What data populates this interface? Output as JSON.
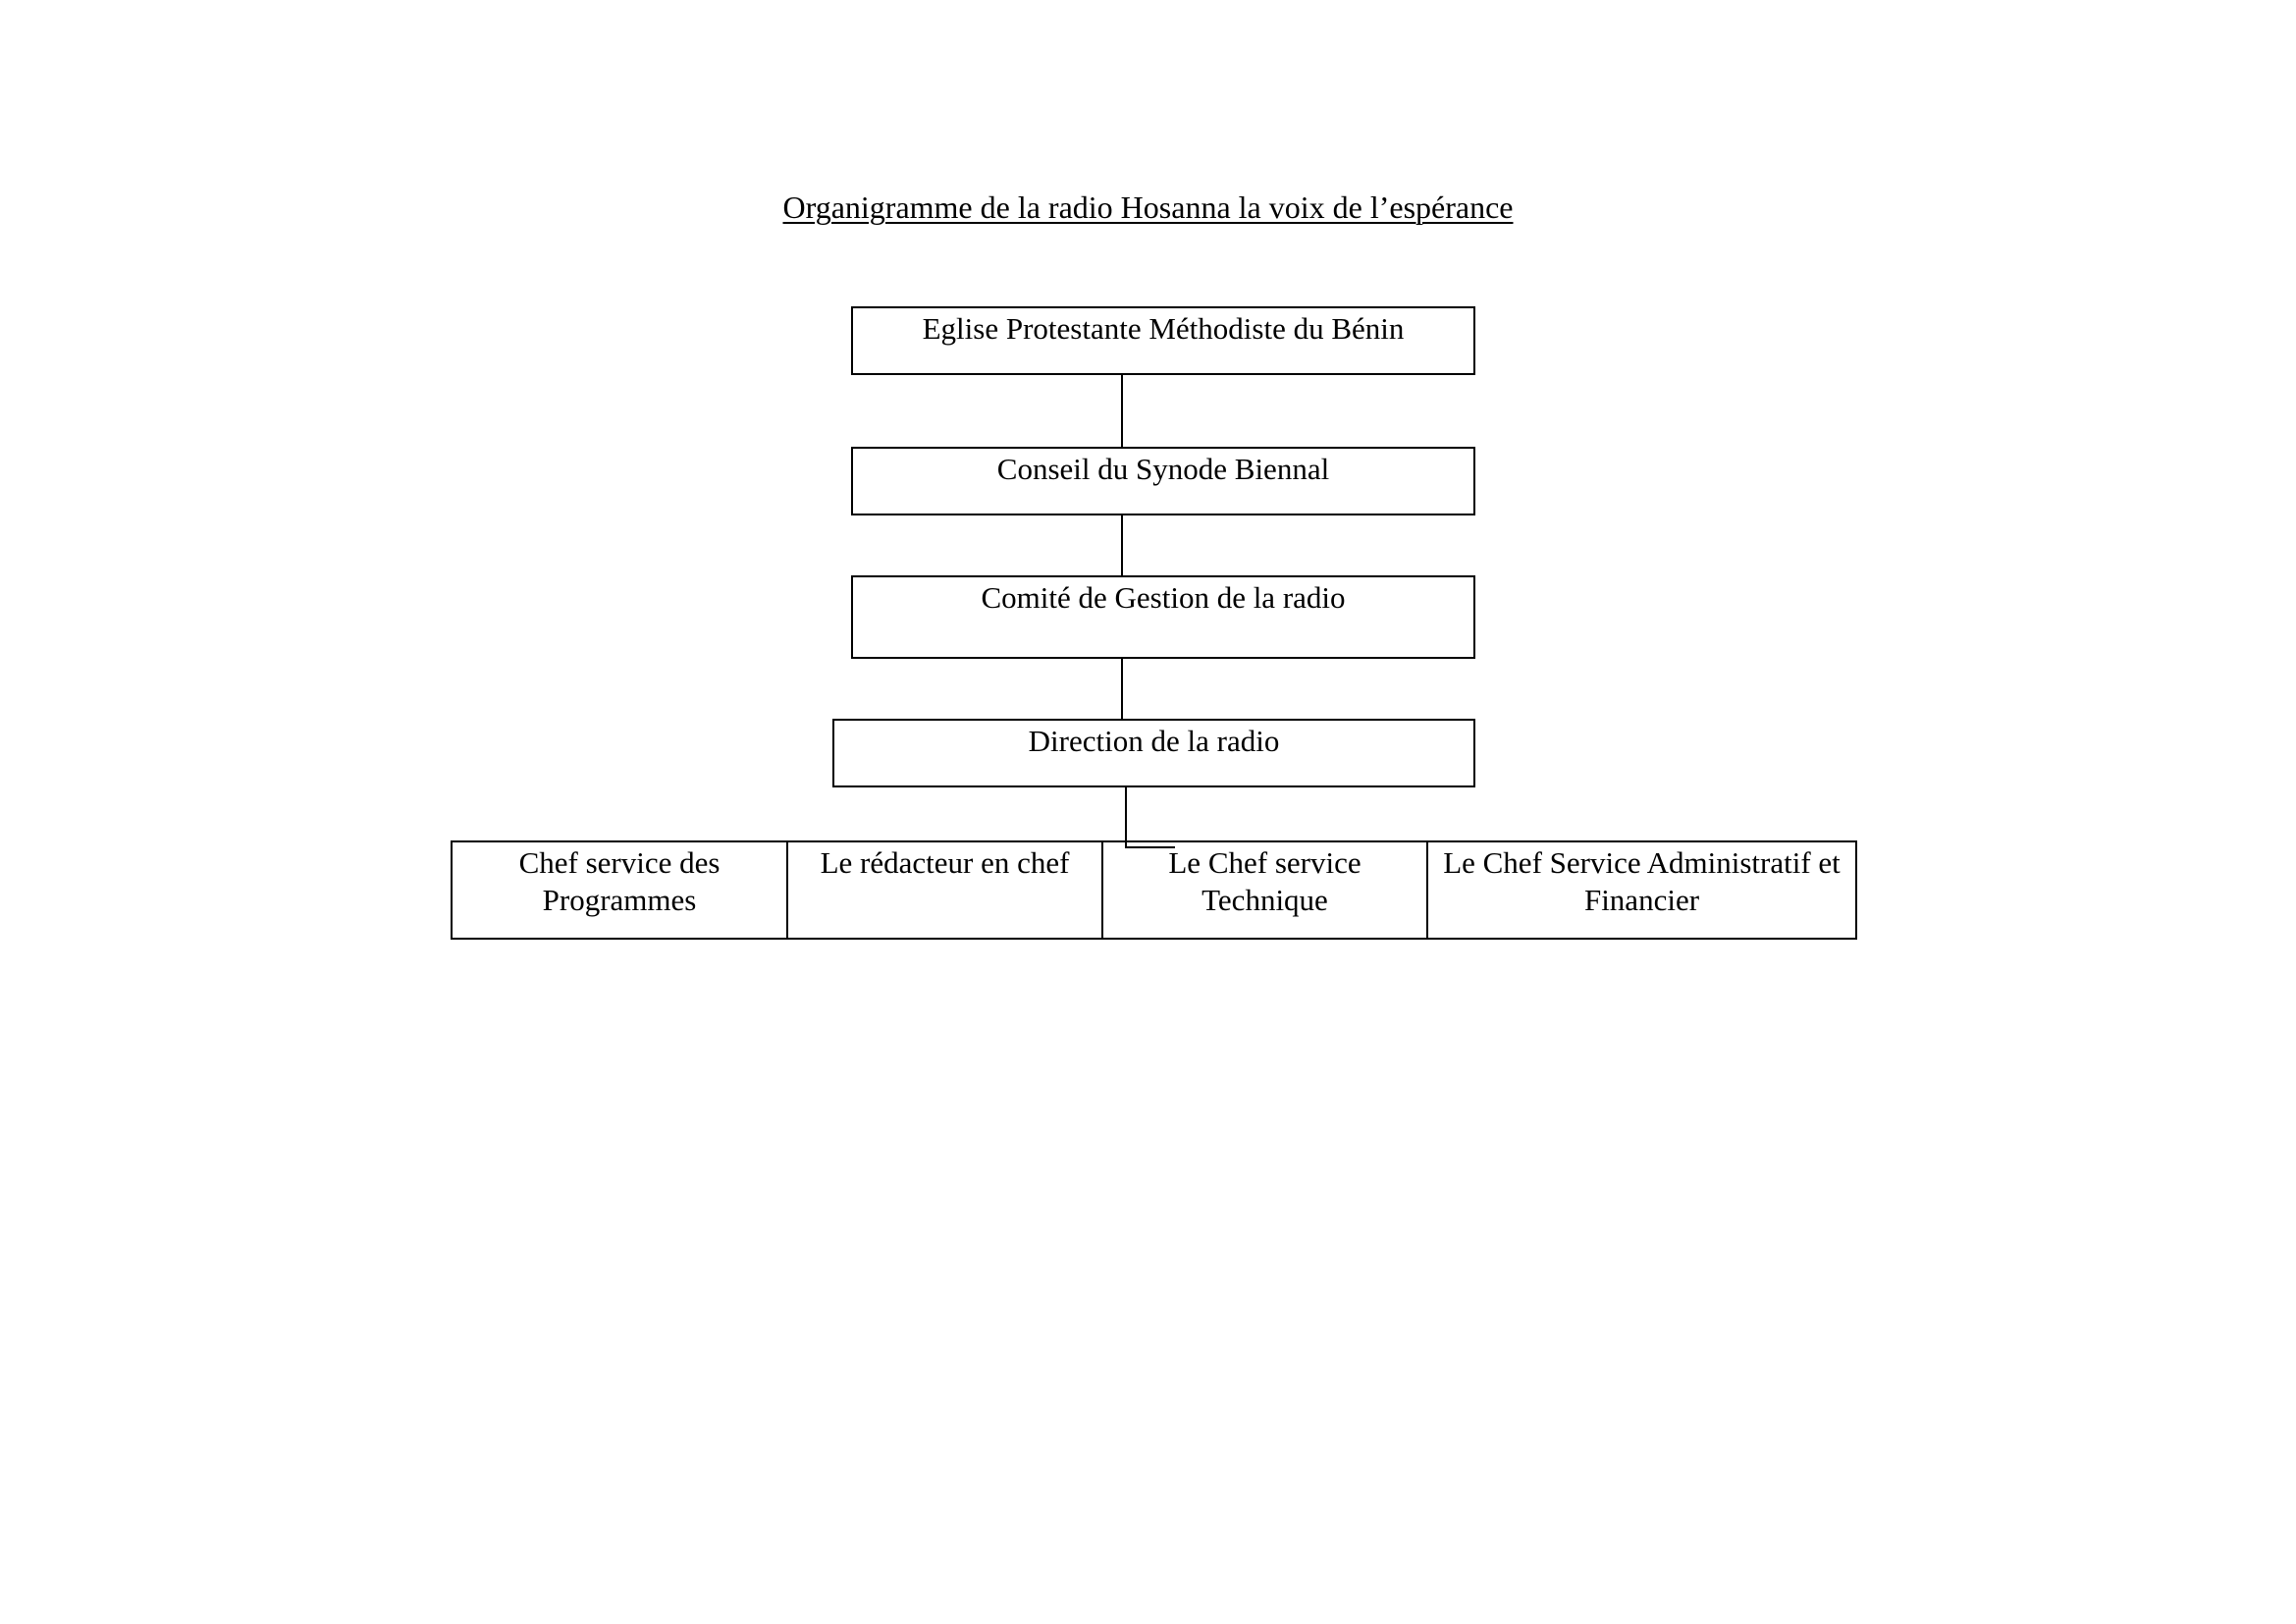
{
  "title": "Organigramme de la radio Hosanna la voix de l’espérance",
  "nodes": {
    "eglise": "Eglise Protestante Méthodiste du Bénin",
    "conseil": "Conseil du Synode Biennal",
    "comite": "Comité de Gestion de la radio",
    "direction": "Direction de la radio"
  },
  "services": [
    {
      "label_line1": "Chef service des",
      "label_line2": "Programmes"
    },
    {
      "label_line1": "Le rédacteur en chef",
      "label_line2": ""
    },
    {
      "label_line1": "Le Chef service",
      "label_line2": "Technique"
    },
    {
      "label_line1": "Le Chef Service Administratif et",
      "label_line2": "Financier"
    }
  ]
}
